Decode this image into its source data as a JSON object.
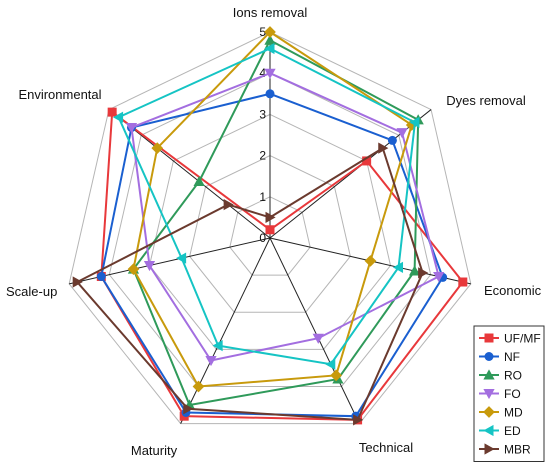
{
  "chart_data": {
    "type": "radar",
    "axes": [
      "Ions removal",
      "Dyes removal",
      "Economic",
      "Technical",
      "Maturity",
      "Scale-up",
      "Environmental"
    ],
    "ticks": [
      0,
      1,
      2,
      3,
      4,
      5
    ],
    "tick_labels": [
      "0",
      "1",
      "2",
      "3",
      "4",
      "5"
    ],
    "range": [
      0,
      5
    ],
    "grid": true,
    "legend_position": "bottom-right",
    "series": [
      {
        "name": "UF/MF",
        "color": "#e8383b",
        "marker": "square",
        "values": [
          0.2,
          3.0,
          4.8,
          4.9,
          4.8,
          4.2,
          4.9
        ]
      },
      {
        "name": "NF",
        "color": "#1a5fd0",
        "marker": "circle",
        "values": [
          3.5,
          3.8,
          4.3,
          4.8,
          4.7,
          4.2,
          4.3
        ]
      },
      {
        "name": "RO",
        "color": "#2f9a5a",
        "marker": "triangle-up",
        "values": [
          4.8,
          4.6,
          3.6,
          3.8,
          4.5,
          3.4,
          2.2
        ]
      },
      {
        "name": "FO",
        "color": "#a36ee0",
        "marker": "triangle-down",
        "values": [
          4.0,
          4.1,
          4.2,
          2.7,
          3.3,
          3.0,
          4.3
        ]
      },
      {
        "name": "MD",
        "color": "#c89a0c",
        "marker": "diamond",
        "values": [
          5.0,
          4.4,
          2.5,
          3.7,
          4.0,
          3.4,
          3.5
        ]
      },
      {
        "name": "ED",
        "color": "#15c4c4",
        "marker": "triangle-left",
        "values": [
          4.6,
          4.5,
          3.2,
          3.4,
          2.9,
          2.2,
          4.7
        ]
      },
      {
        "name": "MBR",
        "color": "#6b3a2e",
        "marker": "triangle-right",
        "values": [
          0.5,
          3.5,
          3.8,
          4.9,
          4.6,
          4.8,
          1.3
        ]
      }
    ]
  }
}
